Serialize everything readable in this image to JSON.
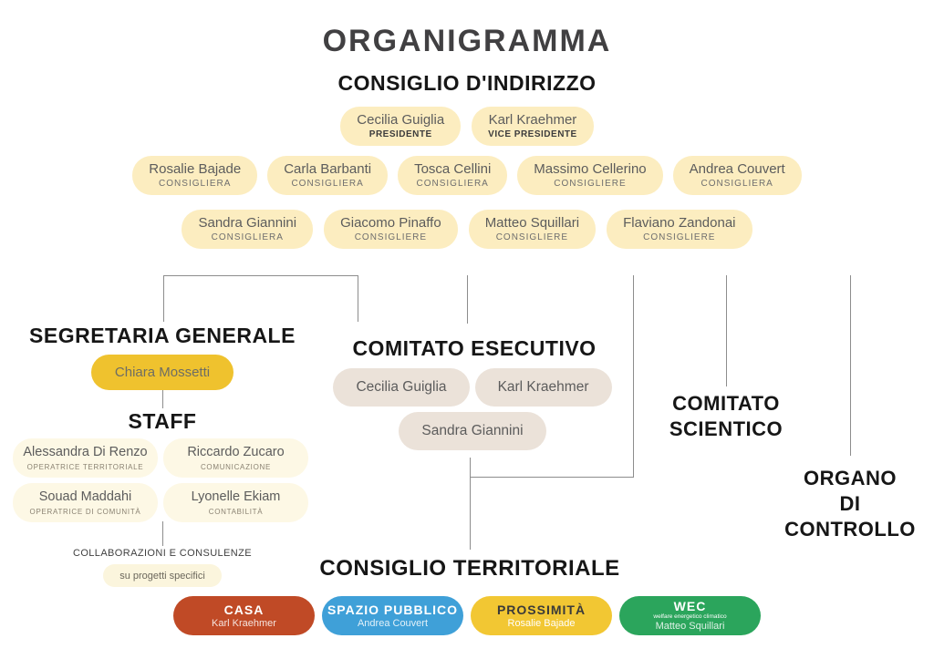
{
  "title": "ORGANIGRAMMA",
  "board": {
    "heading": "CONSIGLIO D'INDIRIZZO",
    "row1": [
      {
        "name": "Cecilia Guiglia",
        "role": "PRESIDENTE"
      },
      {
        "name": "Karl Kraehmer",
        "role": "VICE PRESIDENTE"
      }
    ],
    "row2": [
      {
        "name": "Rosalie Bajade",
        "role": "CONSIGLIERA"
      },
      {
        "name": "Carla Barbanti",
        "role": "CONSIGLIERA"
      },
      {
        "name": "Tosca Cellini",
        "role": "CONSIGLIERA"
      },
      {
        "name": "Massimo Cellerino",
        "role": "CONSIGLIERE"
      },
      {
        "name": "Andrea Couvert",
        "role": "CONSIGLIERA"
      }
    ],
    "row3": [
      {
        "name": "Sandra Giannini",
        "role": "CONSIGLIERA"
      },
      {
        "name": "Giacomo Pinaffo",
        "role": "CONSIGLIERE"
      },
      {
        "name": "Matteo Squillari",
        "role": "CONSIGLIERE"
      },
      {
        "name": "Flaviano Zandonai",
        "role": "CONSIGLIERE"
      }
    ]
  },
  "segretaria": {
    "heading": "SEGRETARIA GENERALE",
    "member": "Chiara Mossetti"
  },
  "staff": {
    "heading": "STAFF",
    "members": [
      {
        "name": "Alessandra Di Renzo",
        "role": "OPERATRICE TERRITORIALE"
      },
      {
        "name": "Riccardo Zucaro",
        "role": "COMUNICAZIONE"
      },
      {
        "name": "Souad Maddahi",
        "role": "OPERATRICE DI COMUNITÀ"
      },
      {
        "name": "Lyonelle Ekiam",
        "role": "CONTABILITÀ"
      }
    ],
    "note_title": "COLLABORAZIONI E CONSULENZE",
    "note_sub": "su progetti specifici"
  },
  "esecutivo": {
    "heading": "COMITATO ESECUTIVO",
    "members": [
      "Cecilia Guiglia",
      "Karl Kraehmer",
      "Sandra Giannini"
    ]
  },
  "scientifico": {
    "lines": [
      "COMITATO",
      "SCIENTICO"
    ]
  },
  "organo": {
    "lines": [
      "ORGANO",
      "DI",
      "CONTROLLO"
    ]
  },
  "territoriale": {
    "heading": "CONSIGLIO TERRITORIALE",
    "areas": [
      {
        "title": "CASA",
        "sub": "",
        "name": "Karl Kraehmer",
        "color": "#C04A26"
      },
      {
        "title": "SPAZIO PUBBLICO",
        "sub": "",
        "name": "Andrea Couvert",
        "color": "#3FA0D8"
      },
      {
        "title": "PROSSIMITÀ",
        "sub": "",
        "name": "Rosalie Bajade",
        "color": "#F2C733"
      },
      {
        "title": "WEC",
        "sub": "welfare energetico climatico",
        "name": "Matteo Squillari",
        "color": "#2BA55C"
      }
    ]
  },
  "colors": {
    "board_pill": "#FCEDC0",
    "gold_pill": "#EFC22E",
    "staff_pill": "#FDF8E5",
    "esecutivo_pill": "#EBE2D9",
    "title_text": "#414042",
    "heading_text": "#161616",
    "connector_line": "#8d8d8d"
  }
}
